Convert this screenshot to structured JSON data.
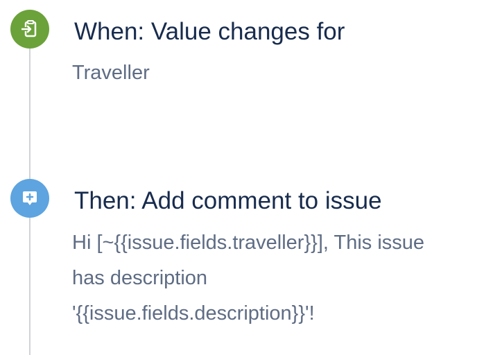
{
  "trigger": {
    "title": "When: Value changes for",
    "field": "Traveller",
    "icon": "field-change-icon",
    "color": "#6ba23a"
  },
  "action": {
    "title": "Then: Add comment to issue",
    "comment_lines": [
      "Hi [~{{issue.fields.traveller}}], This issue",
      "has description",
      "'{{issue.fields.description}}'!"
    ],
    "icon": "add-comment-icon",
    "color": "#5da4e0"
  },
  "line_color": "#cfd3d8"
}
